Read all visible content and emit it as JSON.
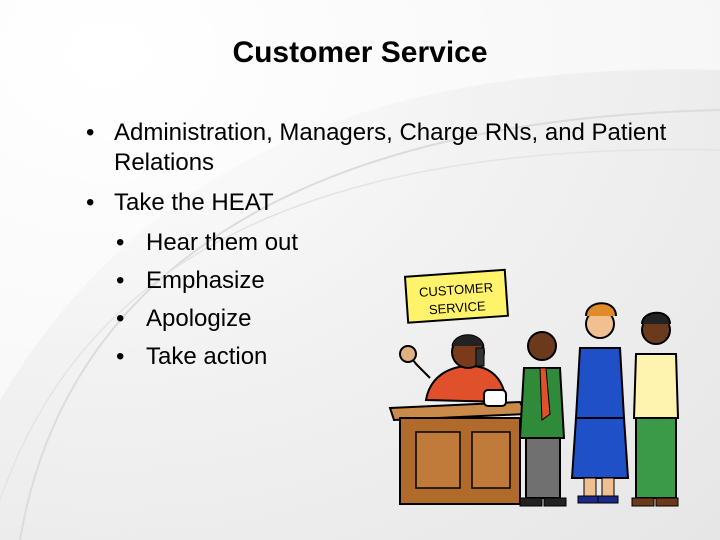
{
  "slide": {
    "title": "Customer Service",
    "bullets": [
      "Administration, Managers, Charge RNs, and Patient Relations",
      "Take the HEAT"
    ],
    "sub_bullets": [
      "Hear them out",
      "Emphasize",
      "Apologize",
      "Take action"
    ],
    "bullet_char": "•",
    "sign_text": [
      "CUSTOMER",
      "SERVICE"
    ]
  }
}
